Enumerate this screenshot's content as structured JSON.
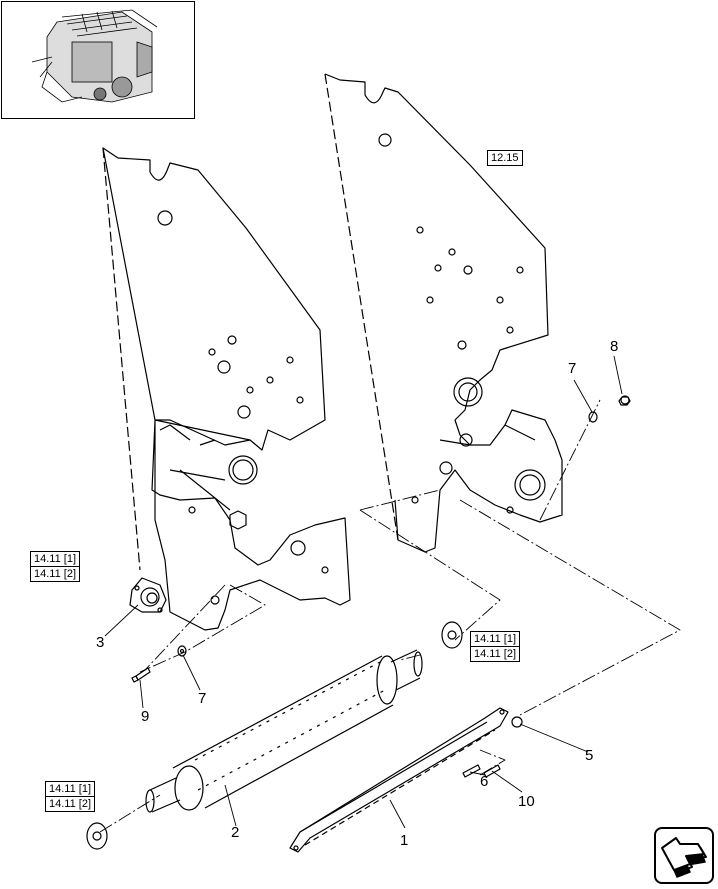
{
  "diagram": {
    "callouts": {
      "c1": "1",
      "c2": "2",
      "c3": "3",
      "c5": "5",
      "c6": "6",
      "c7a": "7",
      "c7b": "7",
      "c8": "8",
      "c9": "9",
      "c10": "10"
    },
    "refs": {
      "r1215": "12.15",
      "left_top_1": "14.11 [1]",
      "left_top_2": "14.11 [2]",
      "mid_1": "14.11 [1]",
      "mid_2": "14.11 [2]",
      "left_bot_1": "14.11 [1]",
      "left_bot_2": "14.11 [2]"
    }
  },
  "navigation": {
    "icon": "arrow-navigation-icon"
  }
}
